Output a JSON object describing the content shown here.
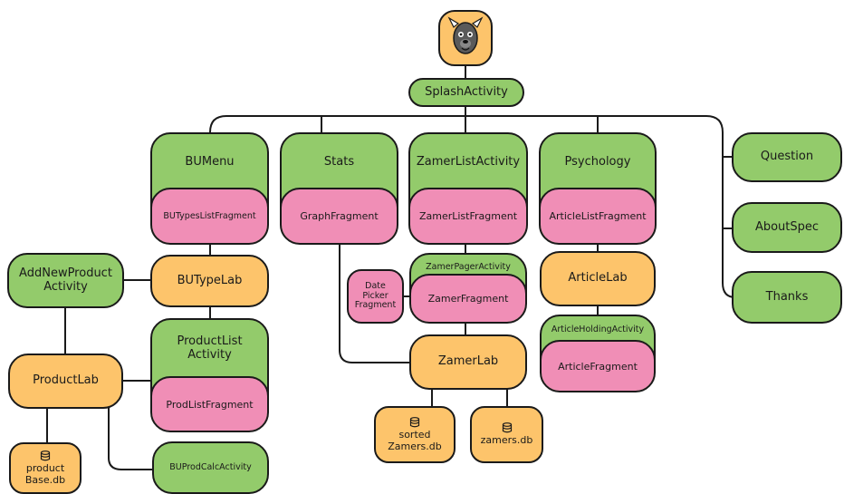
{
  "logo": {
    "icon": "dog-mascot-icon"
  },
  "nodes": {
    "splash": "SplashActivity",
    "bumenu": "BUMenu",
    "bu_types_fragment": "BUTypesListFragment",
    "stats": "Stats",
    "graph_fragment": "GraphFragment",
    "zamer_list_activity": "ZamerListActivity",
    "zamer_list_fragment": "ZamerListFragment",
    "psychology": "Psychology",
    "article_list_fragment": "ArticleListFragment",
    "question": "Question",
    "about_spec": "AboutSpec",
    "thanks": "Thanks",
    "add_new_product_activity": "AddNewProduct Activity",
    "bu_type_lab": "BUTypeLab",
    "product_list_activity": "ProductList Activity",
    "prod_list_fragment": "ProdListFragment",
    "product_lab": "ProductLab",
    "bu_prod_calc_activity": "BUProdCalcActivity",
    "product_base_db": "product Base.db",
    "date_picker_fragment": "Date Picker Fragment",
    "zamer_pager_activity": "ZamerPagerActivity",
    "zamer_fragment": "ZamerFragment",
    "zamer_lab": "ZamerLab",
    "sorted_zamers_db": "sorted Zamers.db",
    "zamers_db": "zamers.db",
    "article_lab": "ArticleLab",
    "article_holding_activity": "ArticleHoldingActivity",
    "article_fragment": "ArticleFragment"
  },
  "colors": {
    "activity": "#93cb6b",
    "fragment": "#f08eb6",
    "lab": "#fdc46b",
    "outline": "#1a1a1a"
  }
}
